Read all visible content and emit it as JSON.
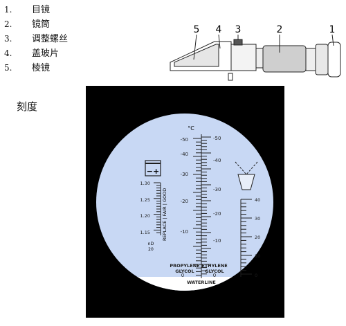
{
  "parts": [
    {
      "num": "1.",
      "name": "目镜"
    },
    {
      "num": "2.",
      "name": "镜筒"
    },
    {
      "num": "3.",
      "name": "调整螺丝"
    },
    {
      "num": "4.",
      "name": "盖玻片"
    },
    {
      "num": "5.",
      "name": "棱镜"
    }
  ],
  "diagram_callouts": [
    "5",
    "4",
    "3",
    "2",
    "1"
  ],
  "scale_title": "刻度",
  "scale": {
    "unit_label": "°C",
    "center_left_labels": [
      "-50",
      "-40",
      "-30",
      "-20",
      "-10",
      "0"
    ],
    "center_right_labels": [
      "-50",
      "-40",
      "-30",
      "-20",
      "-10",
      "0"
    ],
    "battery_labels": [
      "1.30",
      "1.25",
      "1.20",
      "1.15"
    ],
    "battery_vertical_text": "REPLACE | FAIR | GOOD",
    "battery_bottom_labels": [
      "nD",
      "20"
    ],
    "minus_plus_symbol": "−+",
    "right_scale_labels": [
      "40",
      "30",
      "20",
      "10",
      "0"
    ],
    "propylene_label_1": "PROPYLENE",
    "propylene_label_2": "GLYCOL",
    "ethylene_label_1": "ETHYLENE",
    "ethylene_label_2": "GLYCOL",
    "waterline_label": "WATERLINE",
    "colors": {
      "field": "#c8d8f4",
      "background": "#000000",
      "ink": "#1e1e1e"
    }
  }
}
